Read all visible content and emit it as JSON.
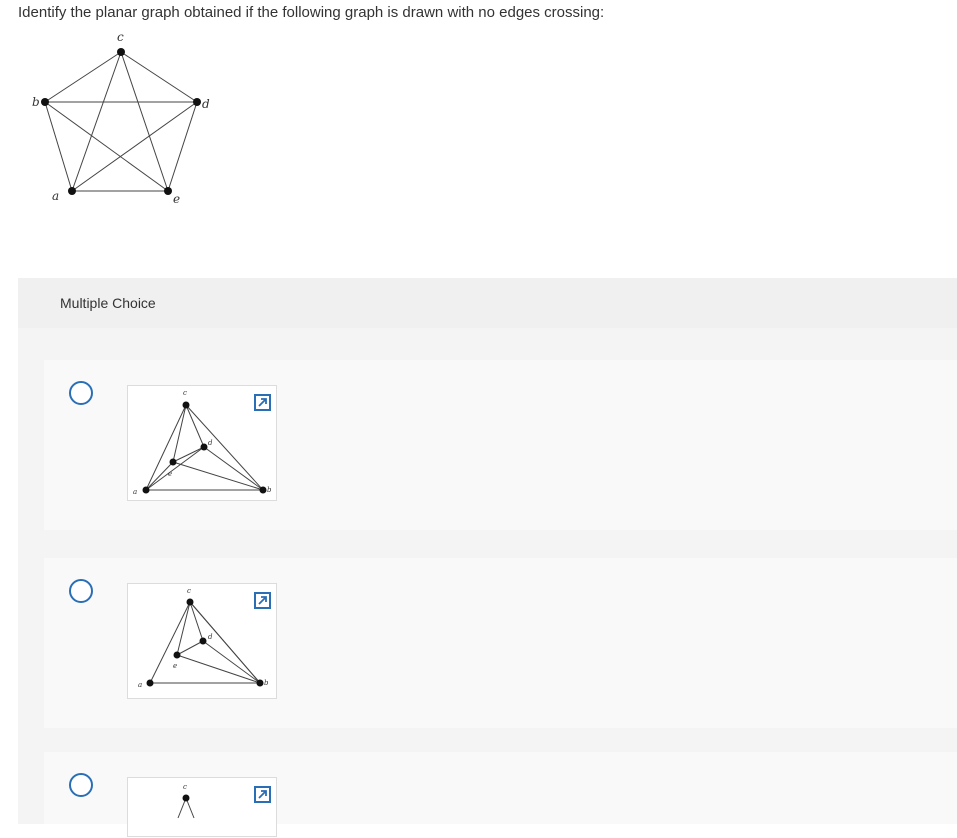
{
  "question": {
    "text": "Identify the planar graph obtained if the following graph is drawn with no edges crossing:"
  },
  "graph": {
    "vertex_labels": {
      "a": "a",
      "b": "b",
      "c": "c",
      "d": "d",
      "e": "e"
    }
  },
  "multiple_choice": {
    "label": "Multiple Choice"
  },
  "options": [
    {
      "vertex_labels": {
        "a": "a",
        "b": "b",
        "c": "c",
        "d": "d",
        "e": "e"
      },
      "selected": false
    },
    {
      "vertex_labels": {
        "a": "a",
        "b": "b",
        "c": "c",
        "d": "d",
        "e": "e"
      },
      "selected": false
    },
    {
      "vertex_labels": {
        "c": "c"
      },
      "selected": false
    }
  ],
  "colors": {
    "accent": "#2a6fb5",
    "header_bg": "#f0f0f0",
    "option_bg": "#f9f9f9"
  },
  "icons": {
    "radio": "radio-circle-icon",
    "expand": "expand-arrow-icon"
  }
}
